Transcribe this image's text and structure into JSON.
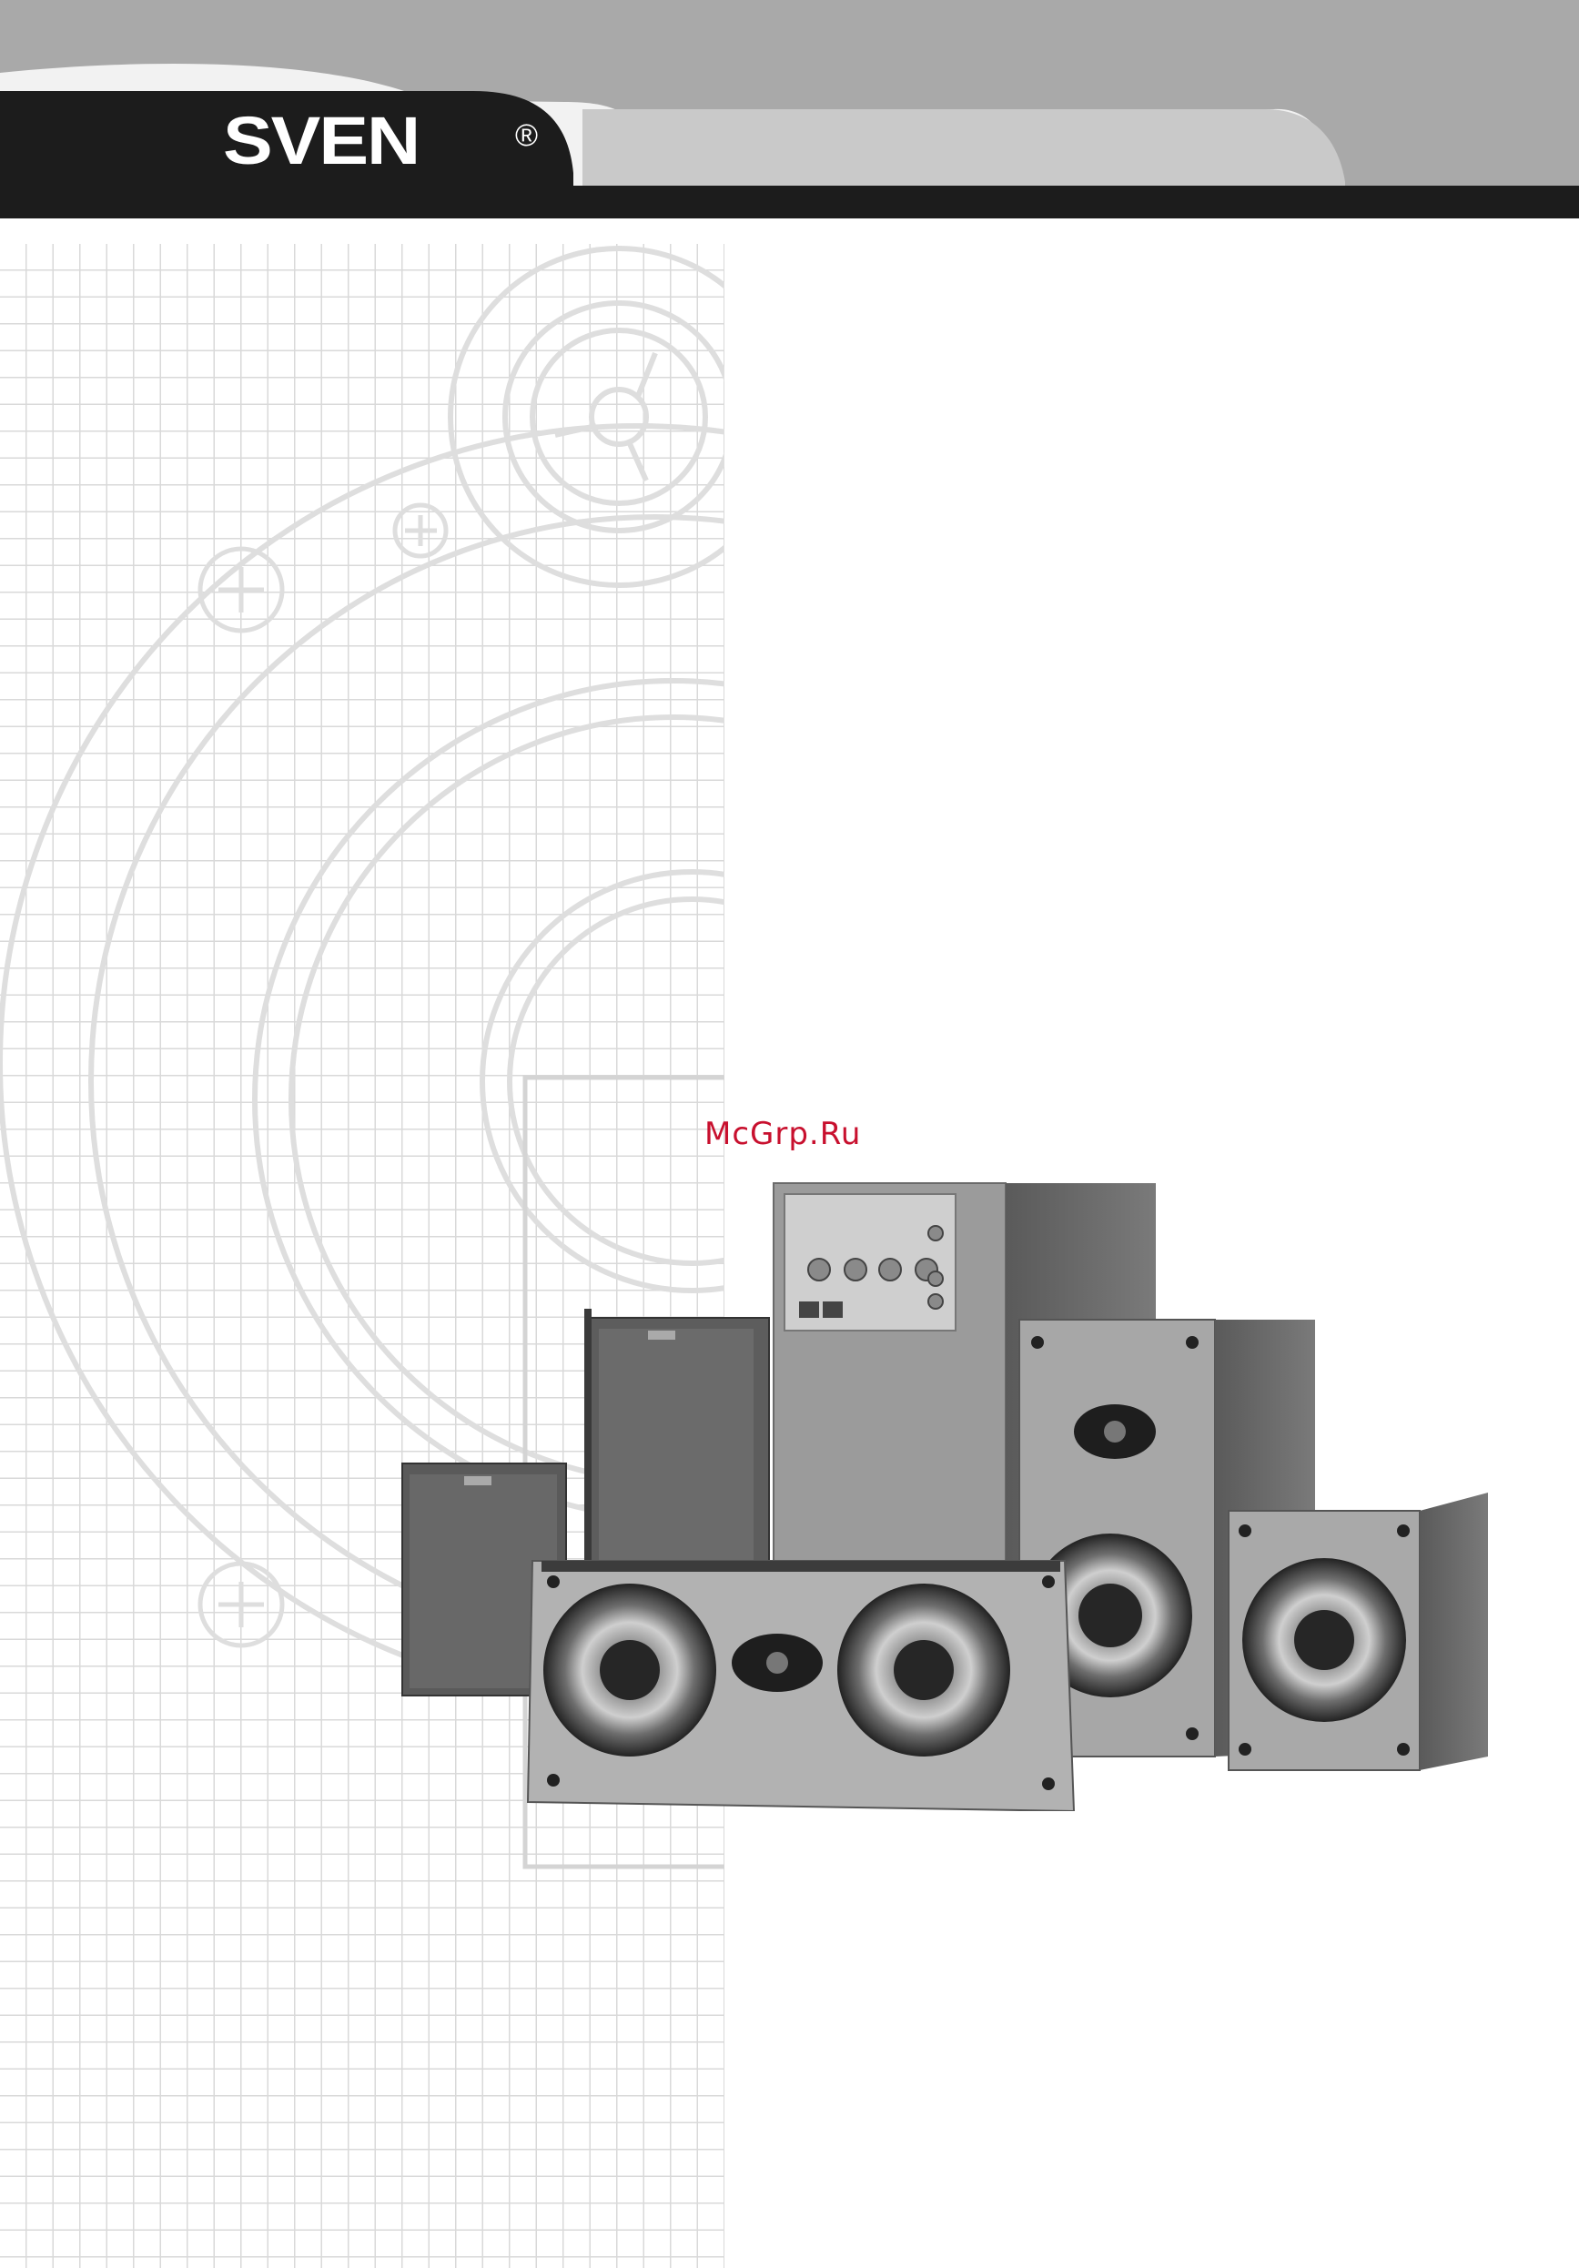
{
  "header": {
    "brand": "SVEN",
    "registered_mark": "®"
  },
  "watermark": {
    "text": "McGrp.Ru"
  },
  "product": {
    "units": [
      "subwoofer",
      "front-left-speaker",
      "front-right-speaker",
      "rear-left-speaker",
      "rear-right-speaker",
      "center-speaker"
    ]
  },
  "colors": {
    "header_gray": "#a6a6a6",
    "header_dark": "#1e1e1e",
    "grid_line": "#dcdcdc",
    "watermark_red": "#c8102e"
  }
}
